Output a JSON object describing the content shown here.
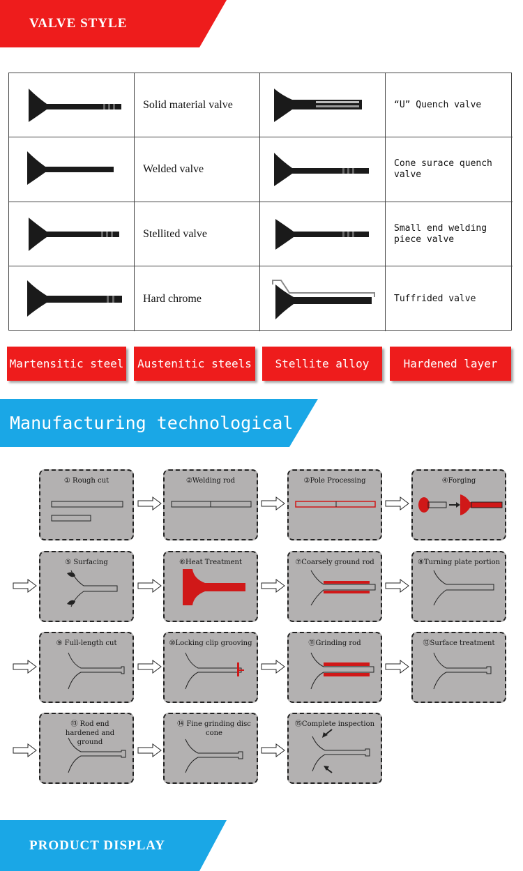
{
  "headers": {
    "valve_style": "VALVE STYLE",
    "manufacturing": "Manufacturing technological",
    "product_display": "PRODUCT DISPLAY"
  },
  "valves": [
    {
      "label": "Solid material valve"
    },
    {
      "label": "“U” Quench valve"
    },
    {
      "label": "Welded valve"
    },
    {
      "label": "Cone surace quench valve"
    },
    {
      "label": "Stellited valve"
    },
    {
      "label": "Small end welding piece valve"
    },
    {
      "label": "Hard chrome"
    },
    {
      "label": "Tuffrided valve"
    }
  ],
  "materials": [
    "Martensitic steel",
    "Austenitic steels",
    "Stellite alloy",
    "Hardened layer"
  ],
  "steps": [
    {
      "title": "① Rough cut"
    },
    {
      "title": "②Welding rod"
    },
    {
      "title": "③Pole Processing"
    },
    {
      "title": "④Forging"
    },
    {
      "title": "⑤ Surfacing"
    },
    {
      "title": "⑥Heat Treatment"
    },
    {
      "title": "⑦Coarsely ground rod"
    },
    {
      "title": "⑧Turning plate portion"
    },
    {
      "title": "⑨ Full-length cut"
    },
    {
      "title": "⑩Locking clip grooving"
    },
    {
      "title": "⑪Grinding rod"
    },
    {
      "title": "⑫Surface treatment"
    },
    {
      "title": "⑬ Rod end hardened and ground"
    },
    {
      "title": "⑭ Fine grinding disc cone"
    },
    {
      "title": "⑮Complete inspection"
    }
  ],
  "colors": {
    "red": "#ee1c1c",
    "blue": "#1aa7e6",
    "step_bg": "#b3b1b1"
  }
}
